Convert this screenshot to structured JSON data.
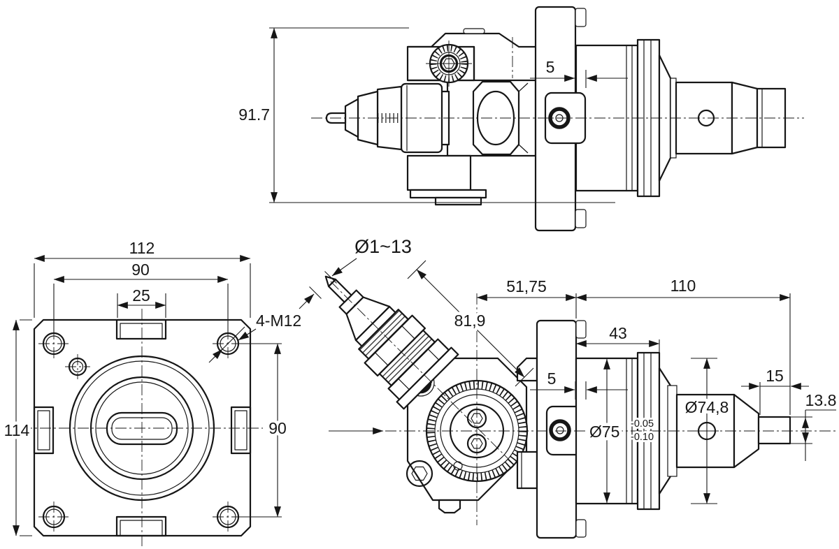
{
  "drawing": {
    "type": "engineering-drawing",
    "subject": "45-degree angle drill head with chuck, three orthographic views",
    "background": "#ffffff",
    "line_color": "#161616",
    "views": {
      "top": {
        "label": "top-view",
        "dims": {
          "height": "91.7",
          "clamp_gap": "5"
        }
      },
      "front": {
        "label": "front-flange-view",
        "dims": {
          "width": "112",
          "bolt_h": "90",
          "slot": "25",
          "thread": "4-M12",
          "height": "114",
          "bolt_v": "90"
        }
      },
      "side": {
        "label": "side-view",
        "dims": {
          "capacity": "Ø1~13",
          "chuck_len": "81,9",
          "center_to_face": "51,75",
          "overall": "110",
          "face_to_flange": "43",
          "clamp_gap": "5",
          "pilot_len": "15",
          "pilot_dia": "13.8",
          "nose_dia": "Ø74,8",
          "spindle_dia": "Ø75",
          "tol_up": "-0.05",
          "tol_low": "-0.10"
        }
      }
    }
  }
}
